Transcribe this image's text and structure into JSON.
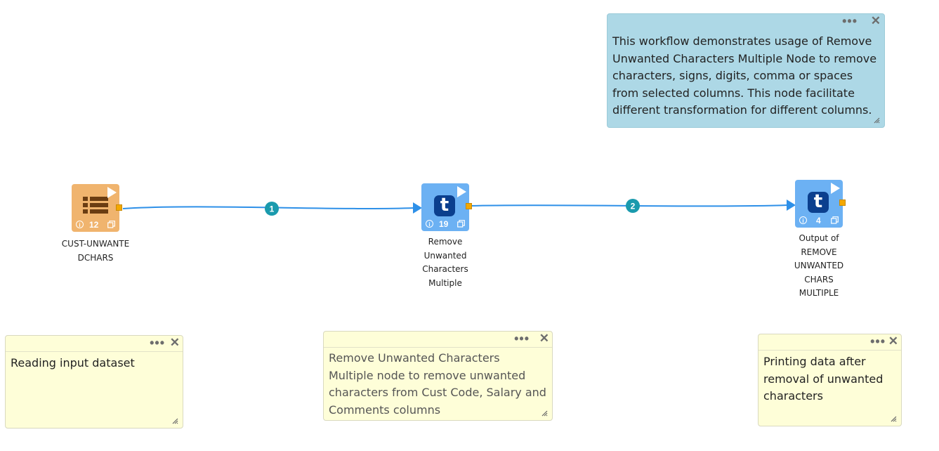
{
  "notes": {
    "description": "This workflow demonstrates usage of Remove Unwanted Characters Multiple Node to remove characters, signs, digits, comma or spaces from selected columns. This node facilitate different transformation for different columns.",
    "reading": "Reading input dataset",
    "remove": "Remove Unwanted Characters Multiple node to remove unwanted characters from Cust Code, Salary and Comments columns",
    "printing": "Printing data after removal of unwanted characters",
    "menu_icon": "•••",
    "close_icon": "✕"
  },
  "nodes": {
    "input": {
      "label": "CUST-UNWANTEDCHARS",
      "count": "12",
      "icon": "table-icon"
    },
    "transform": {
      "label": "Remove Unwanted Characters Multiple",
      "count": "19",
      "icon": "t-logo-icon",
      "glyph": "t"
    },
    "output": {
      "label": "Output of REMOVE UNWANTED CHARS MULTIPLE",
      "count": "4",
      "icon": "t-logo-icon",
      "glyph": "t"
    },
    "info_glyph": "i"
  },
  "edges": {
    "first": "1",
    "second": "2"
  },
  "colors": {
    "edge": "#2e90e8",
    "edge_badge": "#1a9aad",
    "input_node": "#f0b46e",
    "transform_node": "#6cb1f3",
    "port": "#f4a800",
    "note_yellow": "#fefed8",
    "note_blue": "#add8e6"
  }
}
